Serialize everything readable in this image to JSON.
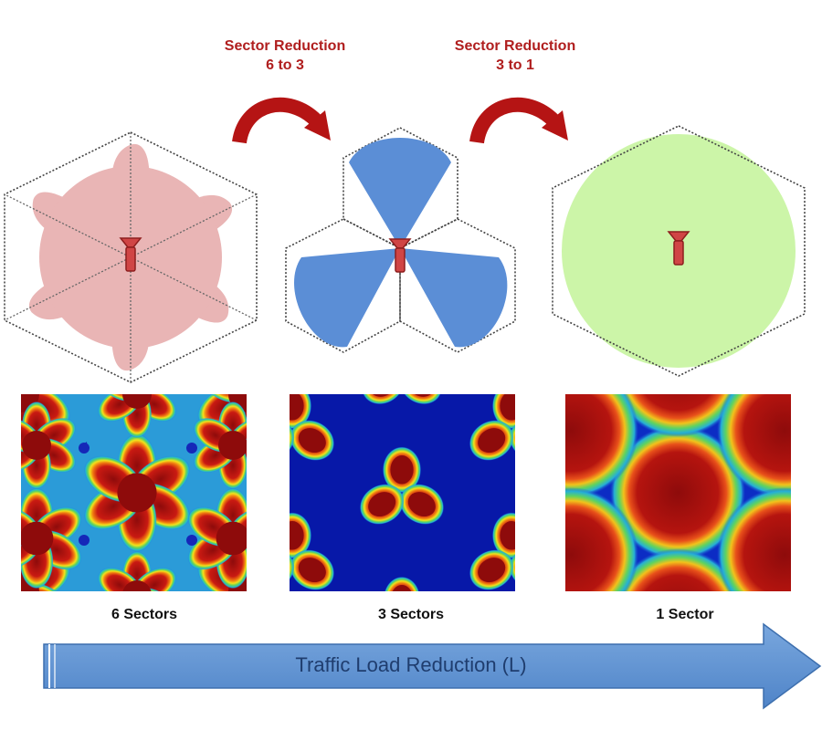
{
  "steps": [
    {
      "line1": "Sector Reduction",
      "line2": "6 to 3"
    },
    {
      "line1": "Sector Reduction",
      "line2": "3 to 1"
    }
  ],
  "captions": [
    "6 Sectors",
    "3 Sectors",
    "1 Sector"
  ],
  "bottom_arrow_label": "Traffic Load Reduction (L)",
  "colors": {
    "step_text": "#b01e1e",
    "curved_arrow": "#b51414",
    "six_sector_lobe": "#e9b5b5",
    "three_sector_lobe": "#5b8ed6",
    "one_sector_disc": "#ccf5a8",
    "antenna": "#d04545",
    "bottom_arrow": "#5f93d3",
    "heatmap_high": "#8e0b0b",
    "heatmap_low": "#0718a8"
  },
  "icons": [
    "curved-arrow-icon",
    "antenna-icon",
    "right-arrow-icon"
  ]
}
